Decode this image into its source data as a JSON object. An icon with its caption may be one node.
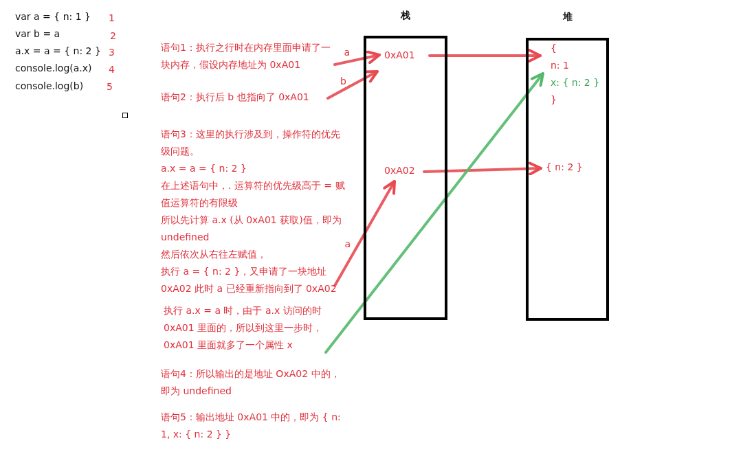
{
  "diagram": {
    "nodes": [
      {
        "text": [
          "栈"
        ]
      },
      {
        "text": [
          "0xA01"
        ],
        "in": 0
      },
      {
        "text": [
          "0xA02"
        ],
        "in": 0
      },
      {
        "text": [
          "堆"
        ]
      },
      {
        "text": [
          "{",
          "n: 1",
          "x: { n: 2 }",
          "}"
        ],
        "in": 3
      },
      {
        "text": [
          "{ n: 2 }"
        ],
        "in": 3
      },
      {
        "text": [
          "语句1：执行之行时在内存里面申请了一块内存，假设内存地址为 0xA01"
        ]
      },
      {
        "text": [
          "语句2：执行后 b 也指向了 0xA01"
        ]
      },
      {
        "text": [
          "语句3：这里的执行涉及到，操作符的优先级问题。",
          "a.x = a = { n: 2 }",
          "在上述语句中，. 运算符的优先级高于 = 赋值运算符的有限级",
          "所以先计算 a.x (从 0xA01 获取)值，即为 undefined",
          "然后依次从右往左赋值，",
          "执行 a = { n: 2 }，又申请了一块地址",
          "0xA02 此时 a 已经重新指向到了 0xA02"
        ]
      },
      {
        "text": [
          "执行 a.x = a 时，由于 a.x 访问的时 0xA01 里面的，所以到这里一步时，0xA01 里面就多了一个属性 x"
        ]
      }
    ],
    "edges": [
      {
        "from": 6,
        "to": 1,
        "arrow": "to",
        "label": "a"
      },
      {
        "from": 7,
        "to": 1,
        "arrow": "to",
        "label": "b"
      },
      {
        "from": 1,
        "to": 4,
        "arrow": "to"
      },
      {
        "from": 2,
        "to": 5,
        "arrow": "to"
      },
      {
        "from": 8,
        "to": 2,
        "arrow": "to",
        "label": "a"
      },
      {
        "from": 9,
        "to": 4,
        "arrow": "to",
        "color": "#52b96a"
      }
    ],
    "labels": [
      "var a = { n: 1 }",
      "1",
      "var b = a",
      "2",
      "a.x = a = { n: 2 }",
      "3",
      "console.log(a.x)",
      "4",
      "console.log(b)",
      "5",
      "语句4：所以输出的是地址 OxA02 中的，即为 undefined",
      "语句5：输出地址 0xA01 中的，即为 {  n: 1, x: { n: 2 } }"
    ]
  }
}
